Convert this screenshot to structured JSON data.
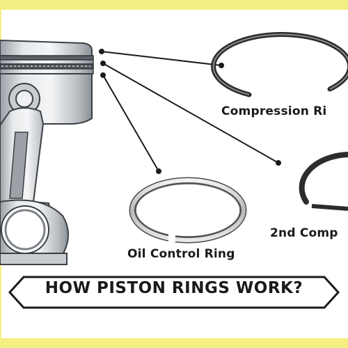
{
  "labels": {
    "compression_ring": "Compression Ri",
    "second_compression_ring": "2nd Comp",
    "oil_control_ring": "Oil Control Ring"
  },
  "title": "HOW PISTON RINGS WORK?",
  "icons": {
    "piston": "piston-icon",
    "connecting_rod": "connecting-rod-icon",
    "compression_ring": "compression-ring-icon",
    "second_compression_ring": "second-compression-ring-icon",
    "oil_control_ring": "oil-control-ring-icon"
  },
  "colors": {
    "frame": "#f4ef83",
    "ink": "#1a1a1a",
    "metal": "#d9dcdf"
  }
}
